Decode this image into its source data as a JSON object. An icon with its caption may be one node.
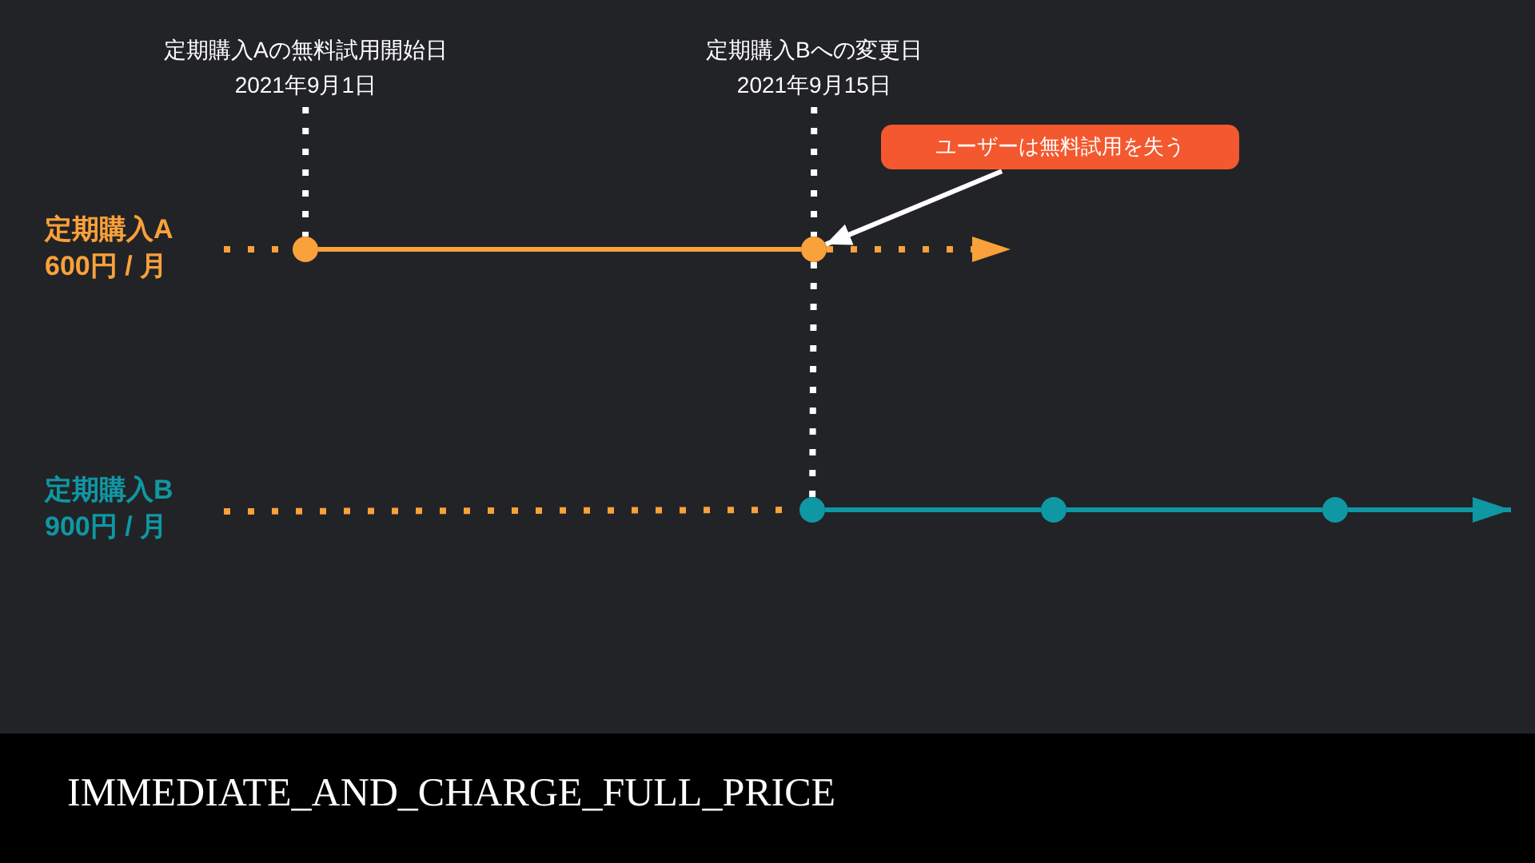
{
  "diagram": {
    "caption": "IMMEDIATE_AND_CHARGE_FULL_PRICE",
    "nodes": [
      {
        "text": [
          "定期購入Aの無料試用開始日",
          "2021年9月1日"
        ]
      },
      {
        "text": [
          "定期購入Bへの変更日",
          "2021年9月15日"
        ]
      },
      {
        "text": [
          "ユーザーは無料試用を失う"
        ]
      },
      {
        "text": [],
        "shape": "circle"
      },
      {
        "text": [],
        "shape": "circle"
      },
      {
        "text": [],
        "shape": "circle"
      },
      {
        "text": [],
        "shape": "circle"
      },
      {
        "text": [],
        "shape": "circle"
      }
    ],
    "edges": [
      {
        "from": null,
        "to": 3,
        "arrow": "none",
        "style": "dashed",
        "color": "#f9a13a"
      },
      {
        "from": 3,
        "to": 4,
        "arrow": "none",
        "color": "#f9a13a"
      },
      {
        "from": 4,
        "to": null,
        "arrow": "to",
        "style": "dashed",
        "color": "#f9a13a"
      },
      {
        "from": null,
        "to": 5,
        "arrow": "none",
        "style": "dashed",
        "color": "#f9a13a"
      },
      {
        "from": 5,
        "to": 6,
        "arrow": "none",
        "color": "#0f97a3"
      },
      {
        "from": 6,
        "to": 7,
        "arrow": "none",
        "color": "#0f97a3"
      },
      {
        "from": 7,
        "to": null,
        "arrow": "to",
        "color": "#0f97a3"
      },
      {
        "from": 0,
        "to": 3,
        "arrow": "none",
        "style": "dashed",
        "color": "#ffffff"
      },
      {
        "from": 1,
        "to": 4,
        "arrow": "none",
        "style": "dashed",
        "color": "#ffffff"
      },
      {
        "from": 4,
        "to": 5,
        "arrow": "none",
        "style": "dashed",
        "color": "#ffffff"
      },
      {
        "from": 2,
        "to": 4,
        "arrow": "to",
        "color": "#ffffff"
      }
    ],
    "labels": [
      "定期購入A",
      "600円 / 月",
      "定期購入B",
      "900円 / 月"
    ]
  }
}
